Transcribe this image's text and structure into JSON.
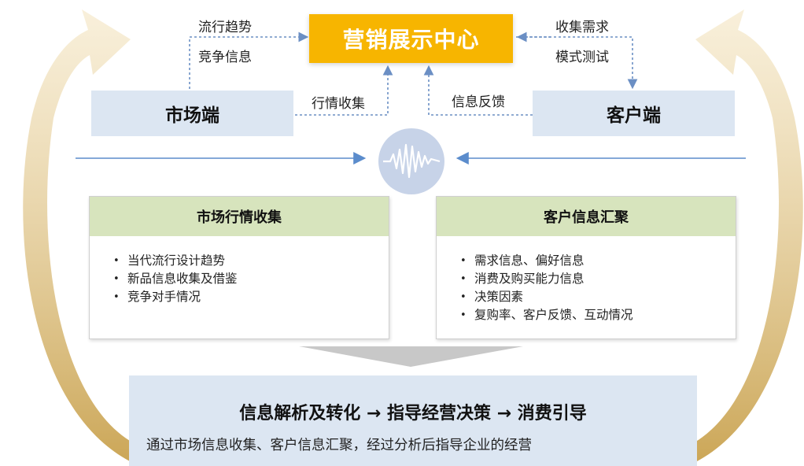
{
  "center": {
    "title": "营销展示中心"
  },
  "market": {
    "title": "市场端"
  },
  "customer": {
    "title": "客户端"
  },
  "labels": {
    "trend": "流行趋势",
    "competition": "竞争信息",
    "market_collect": "行情收集",
    "collect_demand": "收集需求",
    "model_test": "模式测试",
    "feedback": "信息反馈"
  },
  "left_panel": {
    "title": "市场行情收集",
    "items": [
      "当代流行设计趋势",
      "新品信息收集及借鉴",
      "竞争对手情况"
    ]
  },
  "right_panel": {
    "title": "客户信息汇聚",
    "items": [
      "需求信息、偏好信息",
      "消费及购买能力信息",
      "决策因素",
      "复购率、客户反馈、互动情况"
    ]
  },
  "bottom": {
    "title": "信息解析及转化 → 指导经营决策 → 消费引导",
    "subtitle": "通过市场信息收集、客户信息汇聚，经过分析后指导企业的经营"
  },
  "colors": {
    "accent": "#f7b500",
    "box_blue": "#dce6f2",
    "panel_header_green": "#d7e4bd",
    "arrow_dotted": "#6b8fc4",
    "arrow_solid": "#5b8ccc",
    "curve_arrow": "#d8b770"
  },
  "icons": {
    "bullet": "•",
    "center_signal": "waveform-icon"
  }
}
